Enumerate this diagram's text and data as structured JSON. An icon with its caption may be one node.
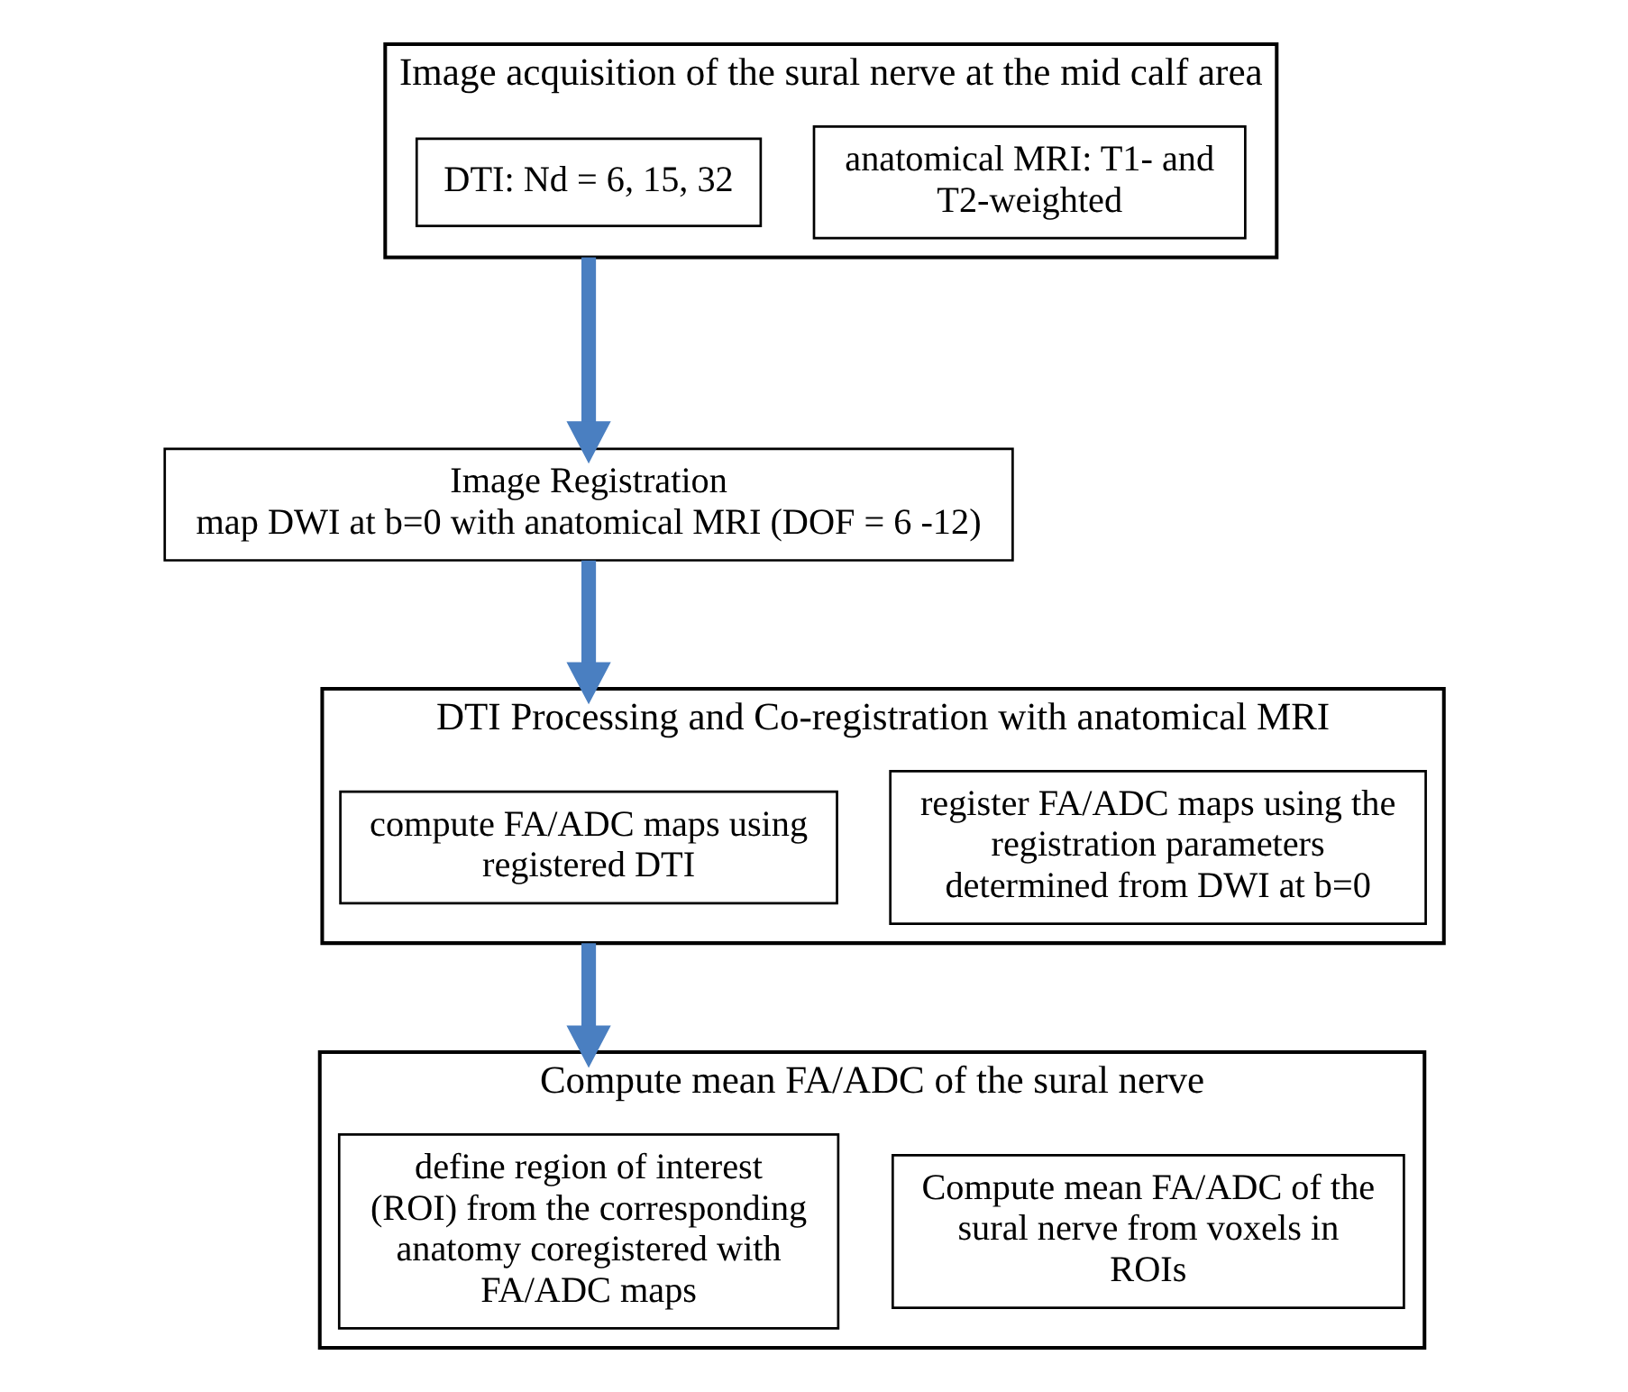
{
  "diagram": {
    "nodes": [
      {
        "text": [
          "Image acquisition of the sural nerve at the mid calf area"
        ]
      },
      {
        "text": [
          "DTI: Nd = 6, 15, 32"
        ],
        "in": 0
      },
      {
        "text": [
          "anatomical MRI: T1- and T2-weighted"
        ],
        "in": 0
      },
      {
        "text": [
          "Image Registration",
          "map DWI at b=0 with anatomical MRI (DOF = 6 -12)"
        ]
      },
      {
        "text": [
          "DTI Processing and Co-registration with anatomical MRI"
        ]
      },
      {
        "text": [
          "compute FA/ADC maps using registered DTI"
        ],
        "in": 4
      },
      {
        "text": [
          "register FA/ADC maps using the registration parameters determined from DWI at b=0"
        ],
        "in": 4
      },
      {
        "text": [
          "Compute mean FA/ADC of the sural nerve"
        ]
      },
      {
        "text": [
          "define region of interest (ROI) from the corresponding anatomy coregistered with FA/ADC maps"
        ],
        "in": 7
      },
      {
        "text": [
          "Compute mean FA/ADC of the sural nerve from voxels in ROIs"
        ],
        "in": 7
      }
    ],
    "edges": [
      {
        "from": 0,
        "to": 3,
        "arrow": "to"
      },
      {
        "from": 3,
        "to": 4,
        "arrow": "to"
      },
      {
        "from": 4,
        "to": 7,
        "arrow": "to"
      }
    ]
  }
}
